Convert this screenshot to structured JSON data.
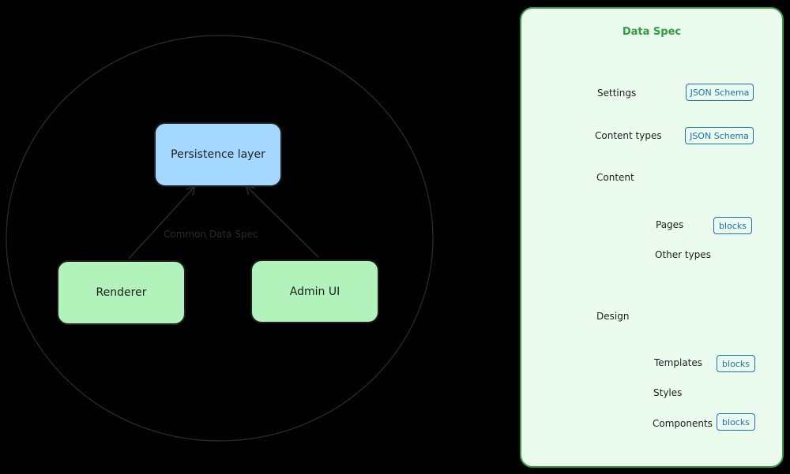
{
  "diagram": {
    "nodes": {
      "persistence": "Persistence layer",
      "renderer": "Renderer",
      "admin": "Admin UI"
    },
    "circle_label": "Common Data Spec",
    "panel": {
      "title": "Data Spec",
      "items": {
        "settings": "Settings",
        "content_types": "Content types",
        "content": "Content",
        "pages": "Pages",
        "other_types": "Other types",
        "design": "Design",
        "templates": "Templates",
        "styles": "Styles",
        "components": "Components"
      },
      "tags": {
        "settings": "JSON Schema",
        "content_types": "JSON Schema",
        "pages": "blocks",
        "templates": "blocks",
        "components": "blocks"
      }
    },
    "colors": {
      "storage_node": "#a5d8ff",
      "client_node": "#b2f2bb",
      "panel_bg": "#ebfbee",
      "panel_border": "#2f9e44",
      "tag": "#1971c2"
    }
  }
}
